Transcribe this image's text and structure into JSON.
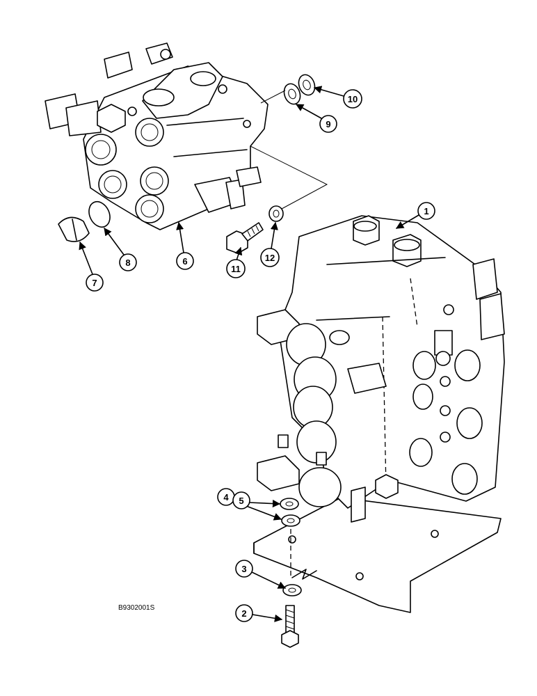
{
  "drawing_code": "B9302001S",
  "callouts": [
    {
      "id": "c1",
      "label": "1"
    },
    {
      "id": "c2",
      "label": "2"
    },
    {
      "id": "c3",
      "label": "3"
    },
    {
      "id": "c4",
      "label": "4"
    },
    {
      "id": "c5",
      "label": "5"
    },
    {
      "id": "c6",
      "label": "6"
    },
    {
      "id": "c7",
      "label": "7"
    },
    {
      "id": "c8",
      "label": "8"
    },
    {
      "id": "c9",
      "label": "9"
    },
    {
      "id": "c10",
      "label": "10"
    },
    {
      "id": "c11",
      "label": "11"
    },
    {
      "id": "c12",
      "label": "12"
    }
  ],
  "colors": {
    "ink": "#000000",
    "paper": "#ffffff"
  }
}
